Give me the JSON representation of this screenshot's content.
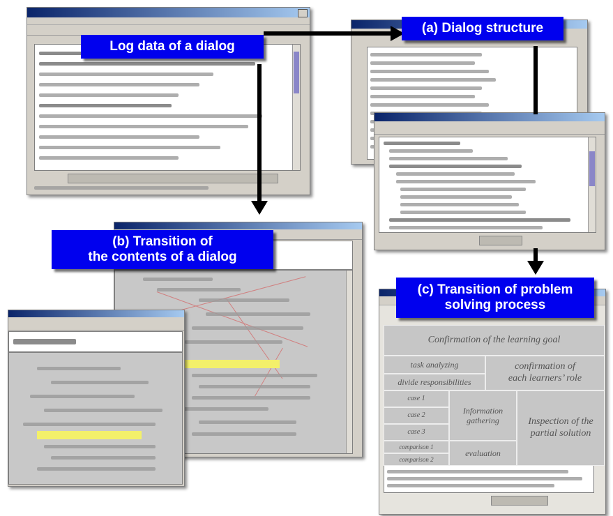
{
  "labels": {
    "log": "Log data of a dialog",
    "structure": "(a) Dialog structure",
    "contents_line1": "(b) Transition of",
    "contents_line2": "the contents of a dialog",
    "problem_line1": "(c) Transition of problem",
    "problem_line2": "solving process"
  },
  "process_table": {
    "goal": "Confirmation of the learning goal",
    "task_analyzing": "task analyzing",
    "confirmation_role_line1": "confirmation of",
    "confirmation_role_line2": "each learners’ role",
    "divide": "divide responsibilities",
    "case1": "case 1",
    "case2": "case 2",
    "case3": "case 3",
    "info_line1": "Information",
    "info_line2": "gathering",
    "inspection_line1": "Inspection of the",
    "inspection_line2": "partial solution",
    "comparison1": "comparison 1",
    "comparison2": "comparison 2",
    "evaluation": "evaluation"
  },
  "colors": {
    "label_bg": "#0000ee",
    "label_text": "#ffffff",
    "arrow": "#000000",
    "grid_cell": "#c6c6c6",
    "highlight": "#f3f06a",
    "window_chrome": "#d4d0c8"
  }
}
